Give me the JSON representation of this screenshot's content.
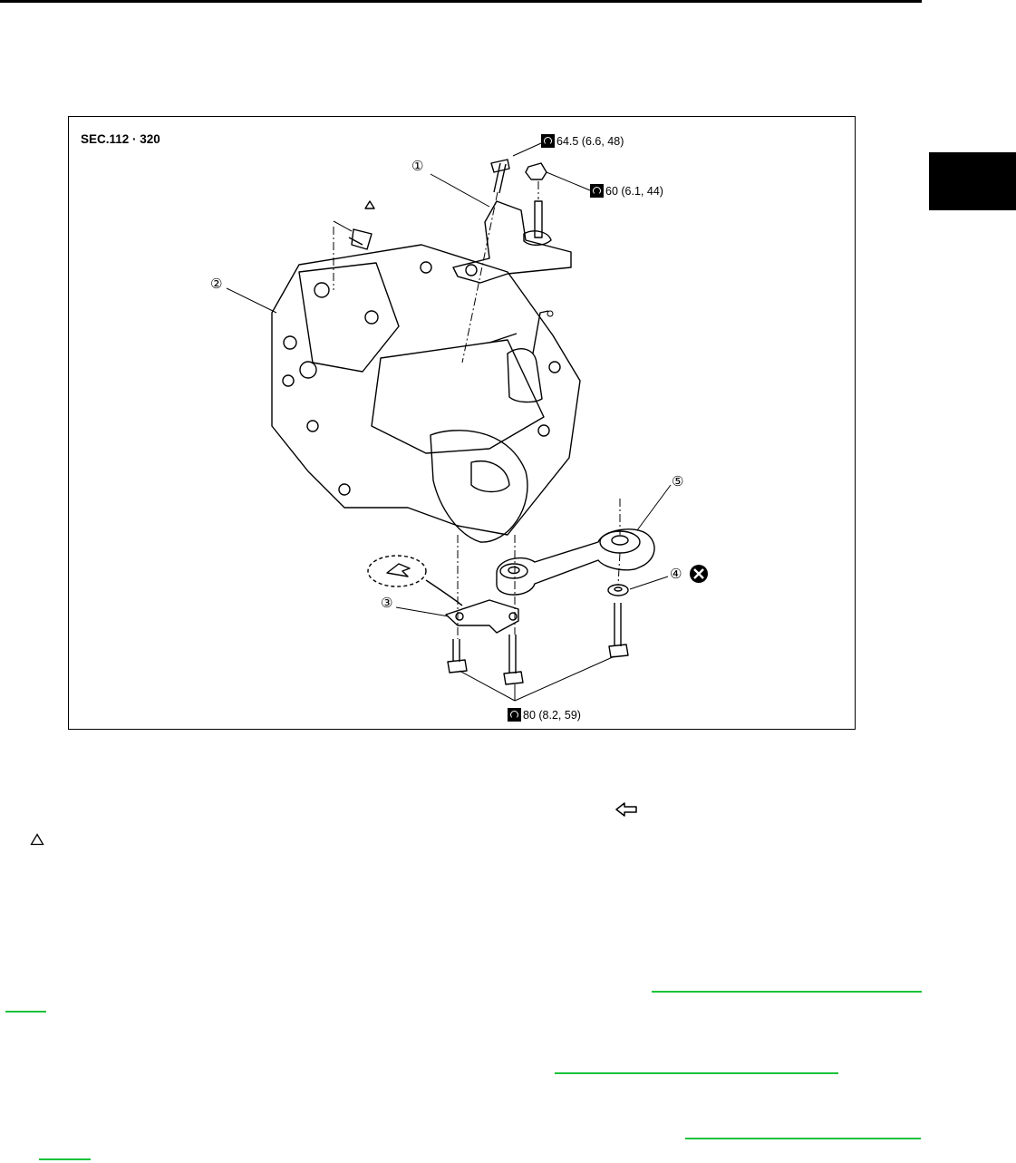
{
  "figure": {
    "section_label": "SEC.112 · 320",
    "torques": {
      "bracket_bolt": "64.5 (6.6, 48)",
      "mount_nut": "60 (6.1, 44)",
      "lower_bolts": "80 (8.2, 59)"
    },
    "callouts": {
      "c1": "①",
      "c2": "②",
      "c3": "③",
      "c4": "④",
      "c5": "⑤"
    }
  },
  "colors": {
    "link": "#19c23a",
    "ink": "#000000"
  },
  "icons": [
    "torque-wrench-icon",
    "front-arrow-icon",
    "triangle-symbol-icon",
    "do-not-reuse-icon"
  ]
}
